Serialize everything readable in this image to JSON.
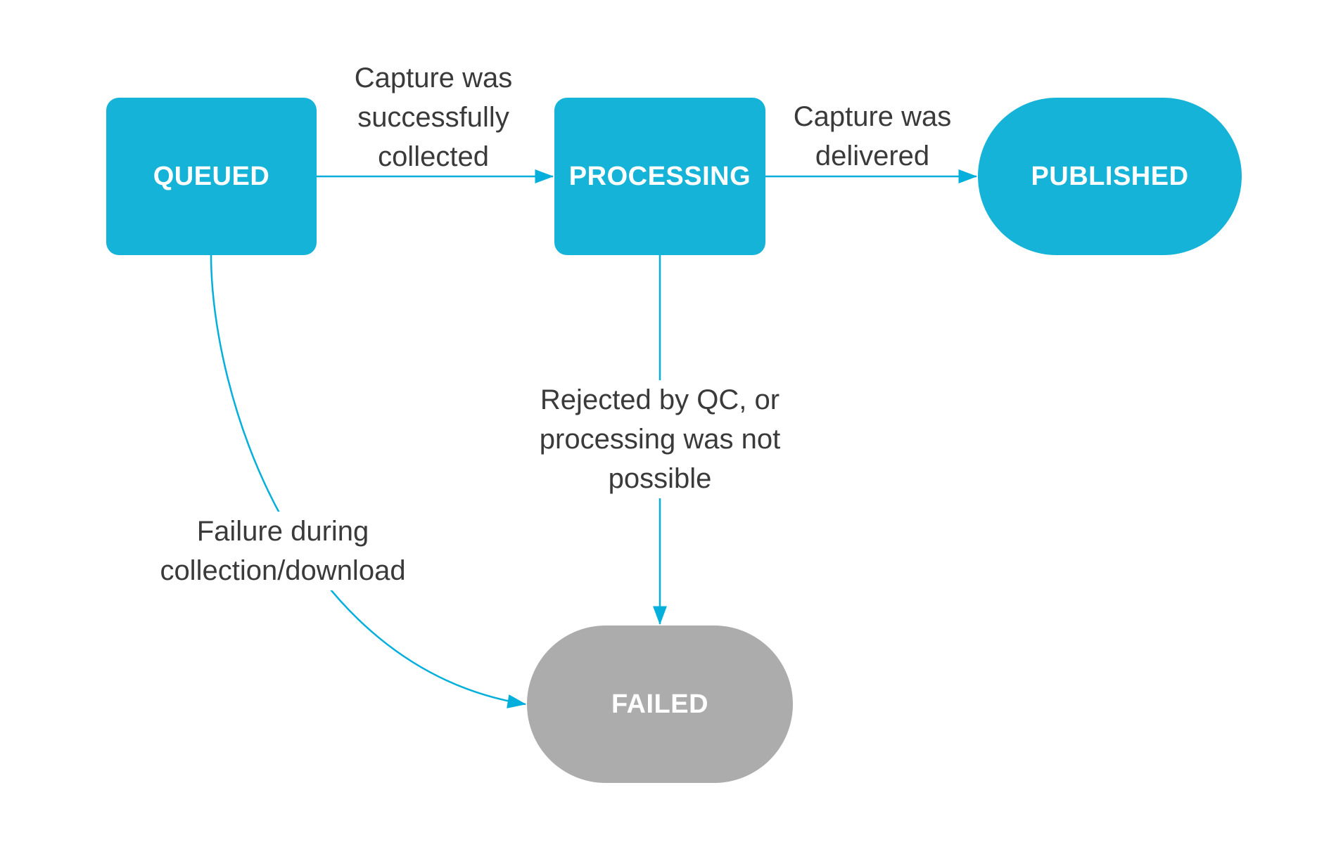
{
  "diagram": {
    "background": "#FFFFFF",
    "nodes": [
      {
        "id": "queued",
        "label": "QUEUED",
        "shape": "rounded-rectangle",
        "fill": "#16B3D9",
        "text_color": "#FFFFFF"
      },
      {
        "id": "processing",
        "label": "PROCESSING",
        "shape": "rounded-rectangle",
        "fill": "#16B3D9",
        "text_color": "#FFFFFF"
      },
      {
        "id": "published",
        "label": "PUBLISHED",
        "shape": "pill",
        "fill": "#16B3D9",
        "text_color": "#FFFFFF"
      },
      {
        "id": "failed",
        "label": "FAILED",
        "shape": "pill",
        "fill": "#ACACAC",
        "text_color": "#FFFFFF"
      }
    ],
    "edges": [
      {
        "from": "queued",
        "to": "processing",
        "style": "straight-horizontal",
        "label": "Capture was\nsuccessfully\ncollected"
      },
      {
        "from": "processing",
        "to": "published",
        "style": "straight-horizontal",
        "label": "Capture was\ndelivered"
      },
      {
        "from": "processing",
        "to": "failed",
        "style": "straight-vertical",
        "label": "Rejected by QC, or\nprocessing was not\npossible"
      },
      {
        "from": "queued",
        "to": "failed",
        "style": "curved",
        "label": "Failure during\ncollection/download"
      }
    ],
    "edge_color": "#04AFDB",
    "edge_label_color": "#3A3A3A"
  }
}
